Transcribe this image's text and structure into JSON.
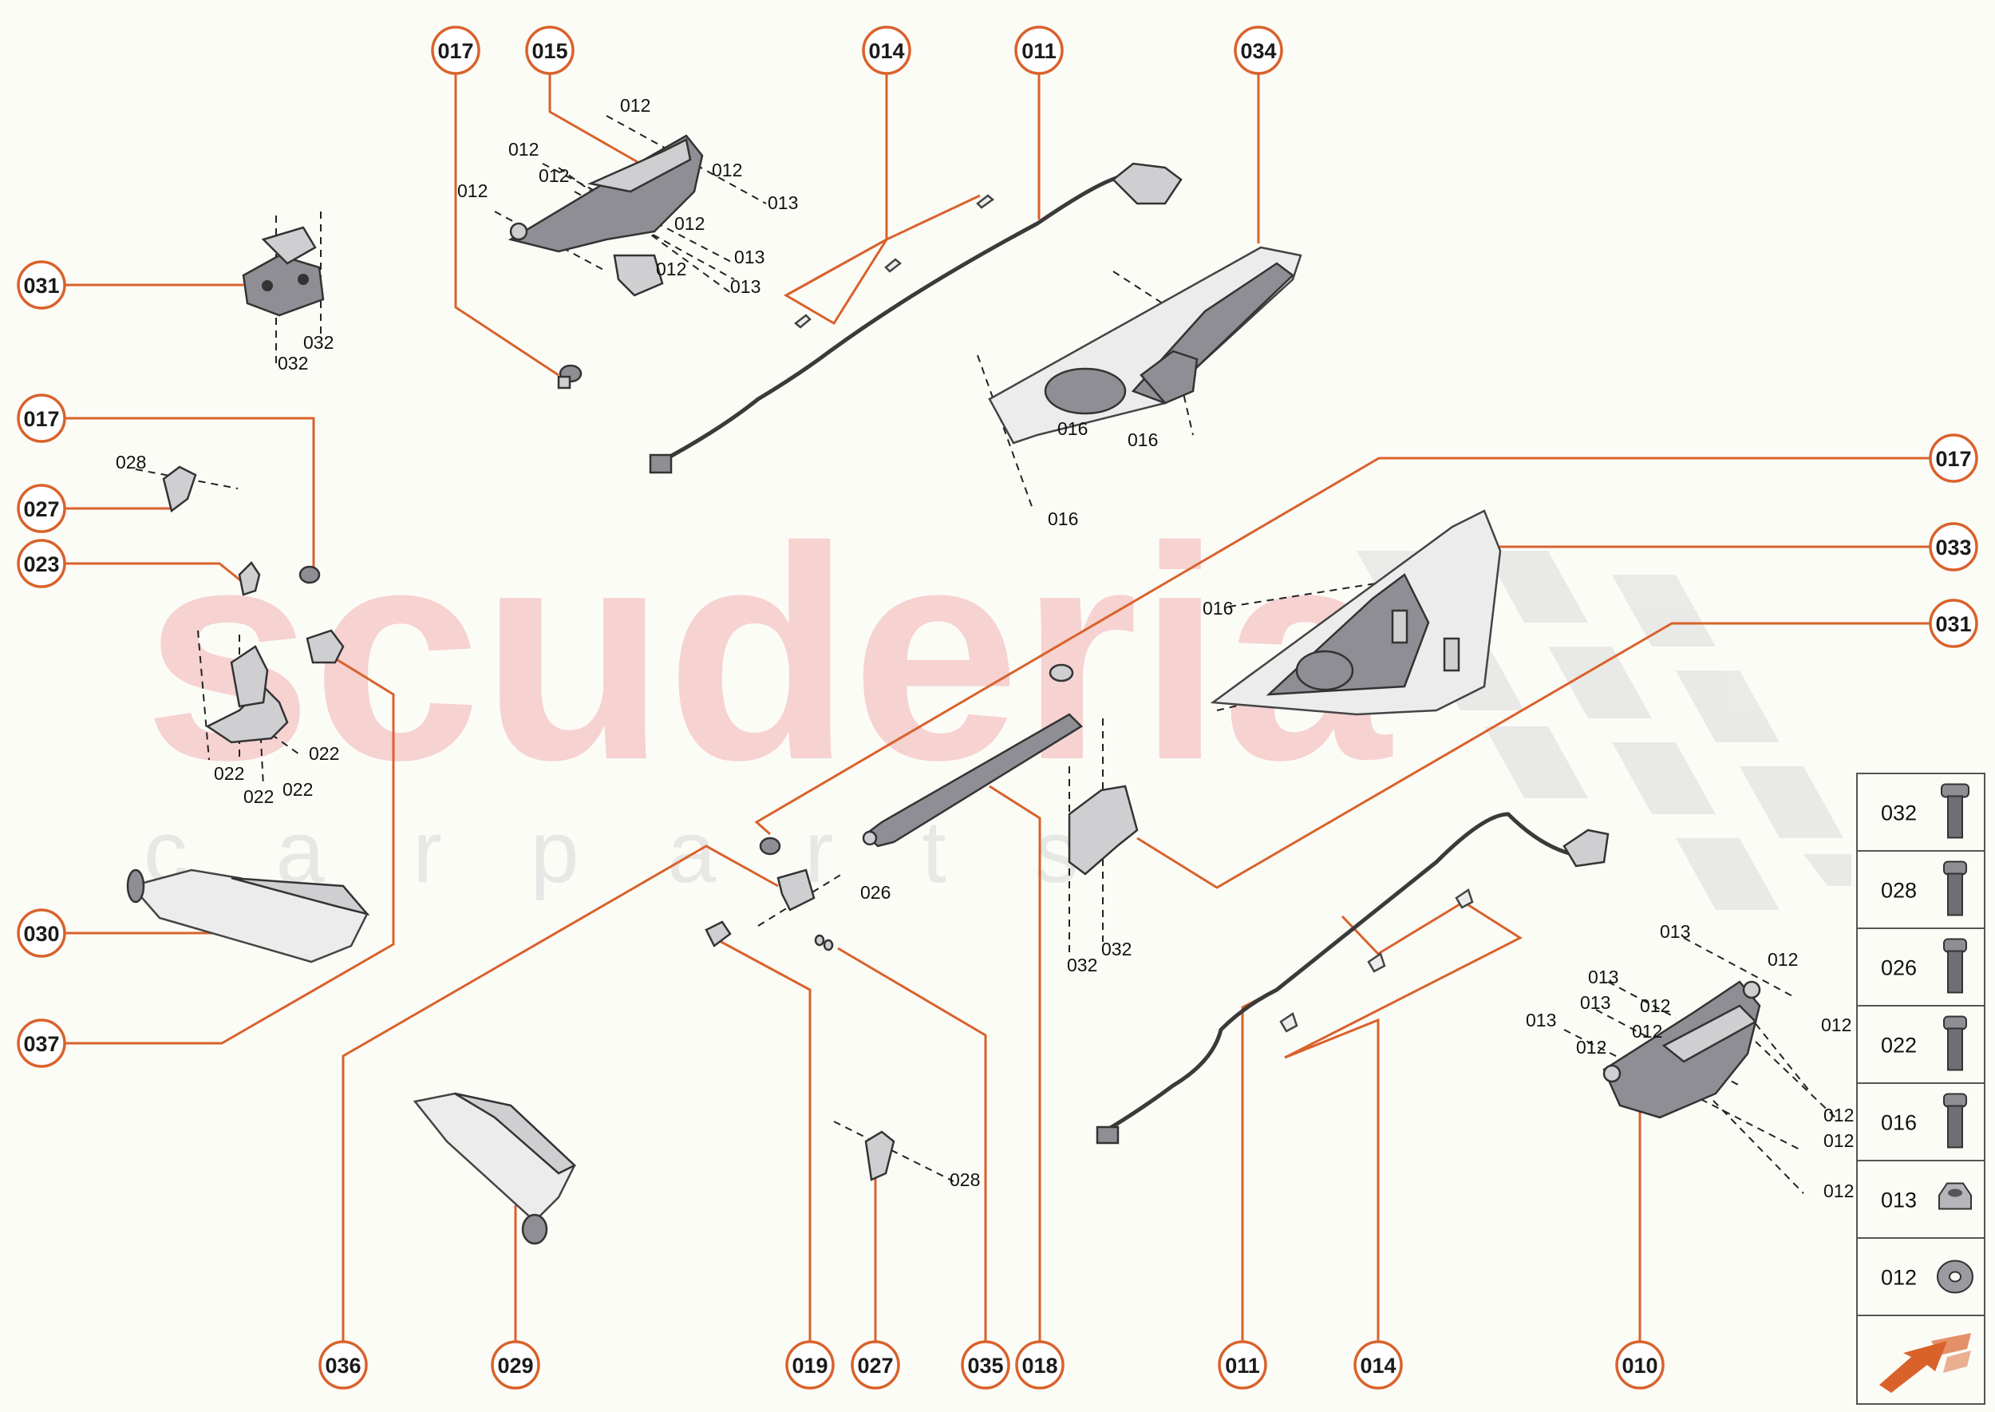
{
  "watermark": {
    "brand": "scuderia",
    "tagline": "c a r  p a r t s"
  },
  "callouts": [
    {
      "id": "c017a",
      "label": "017"
    },
    {
      "id": "c015",
      "label": "015"
    },
    {
      "id": "c014a",
      "label": "014"
    },
    {
      "id": "c011a",
      "label": "011"
    },
    {
      "id": "c034",
      "label": "034"
    },
    {
      "id": "c031a",
      "label": "031"
    },
    {
      "id": "c017b",
      "label": "017"
    },
    {
      "id": "c027a",
      "label": "027"
    },
    {
      "id": "c023",
      "label": "023"
    },
    {
      "id": "c030",
      "label": "030"
    },
    {
      "id": "c037",
      "label": "037"
    },
    {
      "id": "c017c",
      "label": "017"
    },
    {
      "id": "c033",
      "label": "033"
    },
    {
      "id": "c031b",
      "label": "031"
    },
    {
      "id": "c036",
      "label": "036"
    },
    {
      "id": "c029",
      "label": "029"
    },
    {
      "id": "c019",
      "label": "019"
    },
    {
      "id": "c027b",
      "label": "027"
    },
    {
      "id": "c035",
      "label": "035"
    },
    {
      "id": "c018",
      "label": "018"
    },
    {
      "id": "c011b",
      "label": "011"
    },
    {
      "id": "c014b",
      "label": "014"
    },
    {
      "id": "c010",
      "label": "010"
    }
  ],
  "ref_labels": [
    "012",
    "012",
    "012",
    "012",
    "012",
    "012",
    "012",
    "013",
    "013",
    "013",
    "032",
    "032",
    "028",
    "022",
    "022",
    "022",
    "022",
    "016",
    "016",
    "016",
    "016",
    "026",
    "032",
    "032",
    "028",
    "013",
    "012",
    "013",
    "013",
    "012",
    "013",
    "012",
    "012",
    "012",
    "012",
    "012",
    "012"
  ],
  "legend": {
    "items": [
      {
        "code": "032",
        "icon": "flange-bolt-icon"
      },
      {
        "code": "028",
        "icon": "hex-socket-bolt-icon"
      },
      {
        "code": "026",
        "icon": "cap-screw-icon"
      },
      {
        "code": "022",
        "icon": "button-head-bolt-icon"
      },
      {
        "code": "016",
        "icon": "pan-head-bolt-icon"
      },
      {
        "code": "013",
        "icon": "hex-nut-icon"
      },
      {
        "code": "012",
        "icon": "washer-icon"
      }
    ],
    "direction_icon": "forward-arrow-icon"
  },
  "colors": {
    "accent": "#d9622b",
    "background": "#fcfcf7",
    "watermark": "#f5c5c5"
  }
}
